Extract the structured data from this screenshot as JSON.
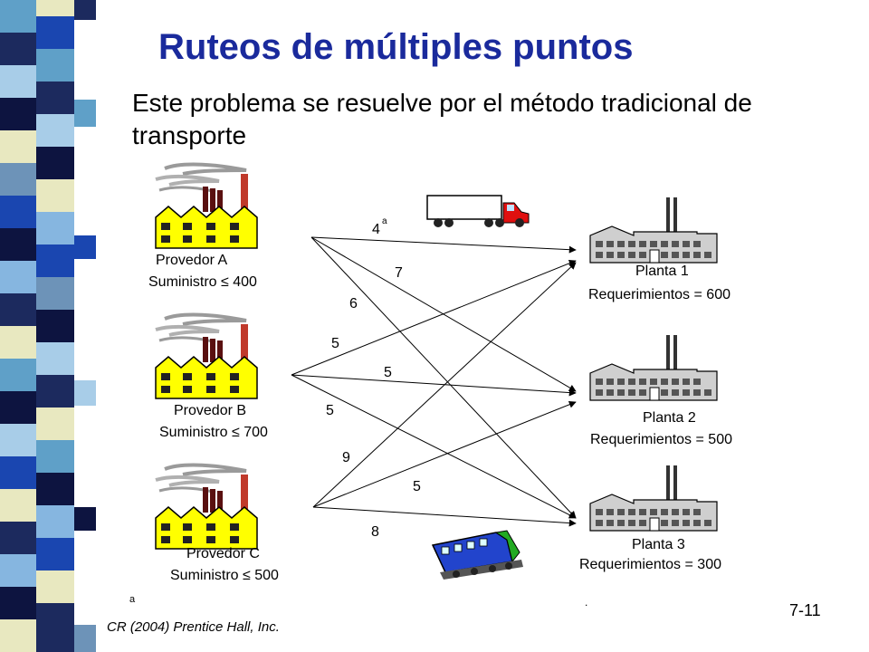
{
  "slide": {
    "title": "Ruteos de múltiples puntos",
    "subtitle": "Este problema se resuelve por el método tradicional de transporte",
    "page_number": "7-11",
    "footnote_mark": "a",
    "footnote_dot": ".",
    "copyright": "CR (2004) Prentice Hall, Inc."
  },
  "suppliers": [
    {
      "name": "Provedor A",
      "supply": "Suministro ≤ 400"
    },
    {
      "name": "Provedor B",
      "supply": "Suministro ≤ 700"
    },
    {
      "name": "Provedor  C",
      "supply": "Suministro ≤ 500"
    }
  ],
  "plants": [
    {
      "name": "Planta 1",
      "req": "Requerimientos = 600"
    },
    {
      "name": "Planta 2",
      "req": "Requerimientos  = 500"
    },
    {
      "name": "Planta 3",
      "req": "Requerimientos = 300"
    }
  ],
  "costs": {
    "a1": "4",
    "a1_sup": "a",
    "a2": "7",
    "a3": "6",
    "b1": "5",
    "b2": "5",
    "b3": "5",
    "c1": "9",
    "c2": "5",
    "c3": "8"
  },
  "colors": {
    "title": "#1a2a9c",
    "factory_yellow": "#ffff00",
    "chimney_red": "#c0392b",
    "truck_red": "#e01010",
    "train_green": "#22aa22",
    "train_blue": "#2244cc"
  }
}
